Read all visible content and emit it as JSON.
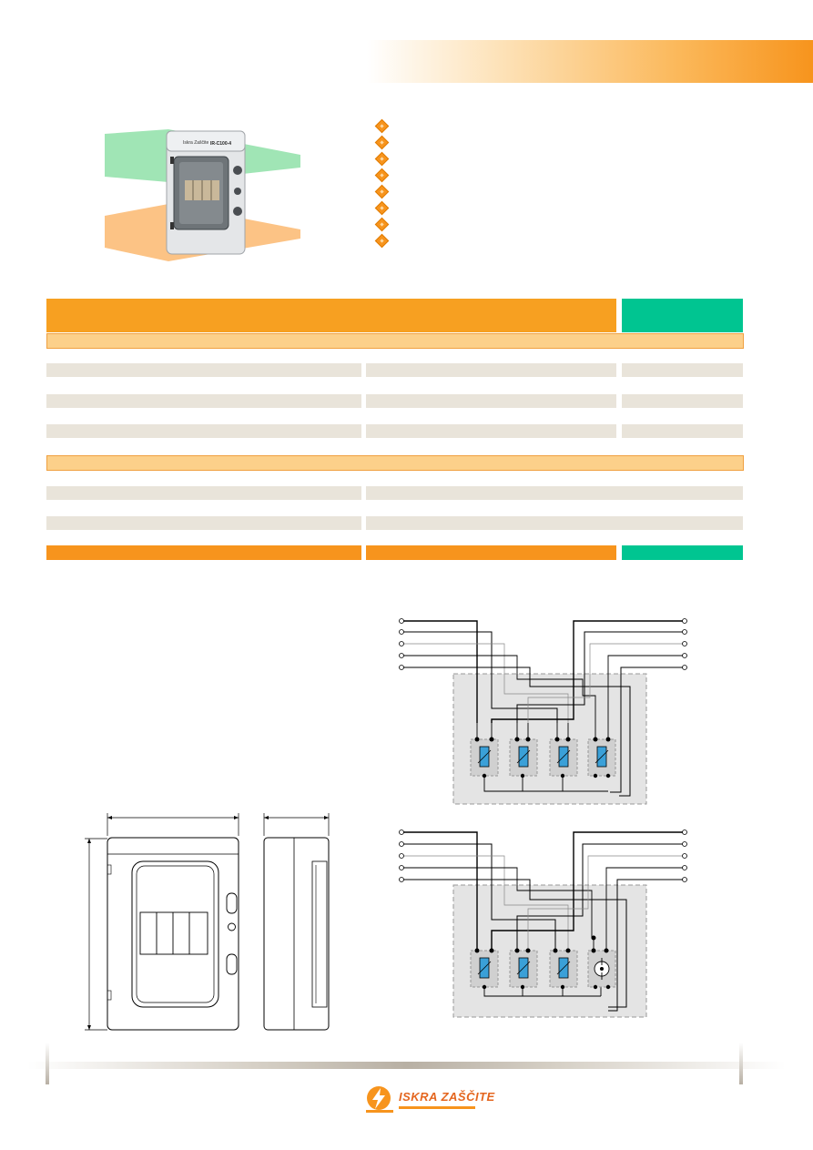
{
  "brand": {
    "logo_text": "ISKRA ZAŠČITE",
    "accent_orange": "#f7941d",
    "accent_green": "#00c591",
    "row_beige": "#e9e4da",
    "section_peach": "#fcd08a"
  },
  "product": {
    "label_text": "IR-C100-4"
  },
  "bullets": {
    "count": 8,
    "icon": "orange-diamond-bullet-icon"
  },
  "table": {
    "header": "",
    "section_1": "",
    "section_2": ""
  },
  "icons": {
    "varistor": "varistor-icon",
    "spark_gap": "spark-gap-icon",
    "terminal": "terminal-icon"
  }
}
